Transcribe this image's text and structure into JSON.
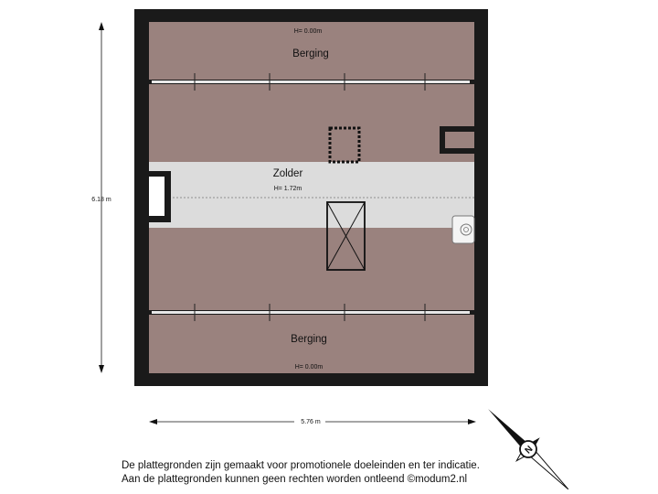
{
  "plan": {
    "rooms": {
      "top_storage": {
        "name": "Berging",
        "height": "H= 0.00m"
      },
      "attic": {
        "name": "Zolder",
        "height": "H= 1.72m"
      },
      "bottom_storage": {
        "name": "Berging",
        "height": "H= 0.00m"
      }
    },
    "dimensions": {
      "depth": "6.18 m",
      "width": "5.76 m"
    },
    "colors": {
      "wall": "#1a1a1a",
      "roof_area": "#9a827e",
      "walkway": "#dcdcdc"
    },
    "icons": {
      "compass": "compass-rose-icon",
      "skylight": "skylight-icon",
      "hatch": "roof-hatch-icon",
      "boiler": "boiler-icon"
    }
  },
  "disclaimer": {
    "line1": "De plattegronden zijn gemaakt voor promotionele doeleinden en ter indicatie.",
    "line2": "Aan de plattegronden kunnen geen rechten worden ontleend ©modum2.nl"
  }
}
